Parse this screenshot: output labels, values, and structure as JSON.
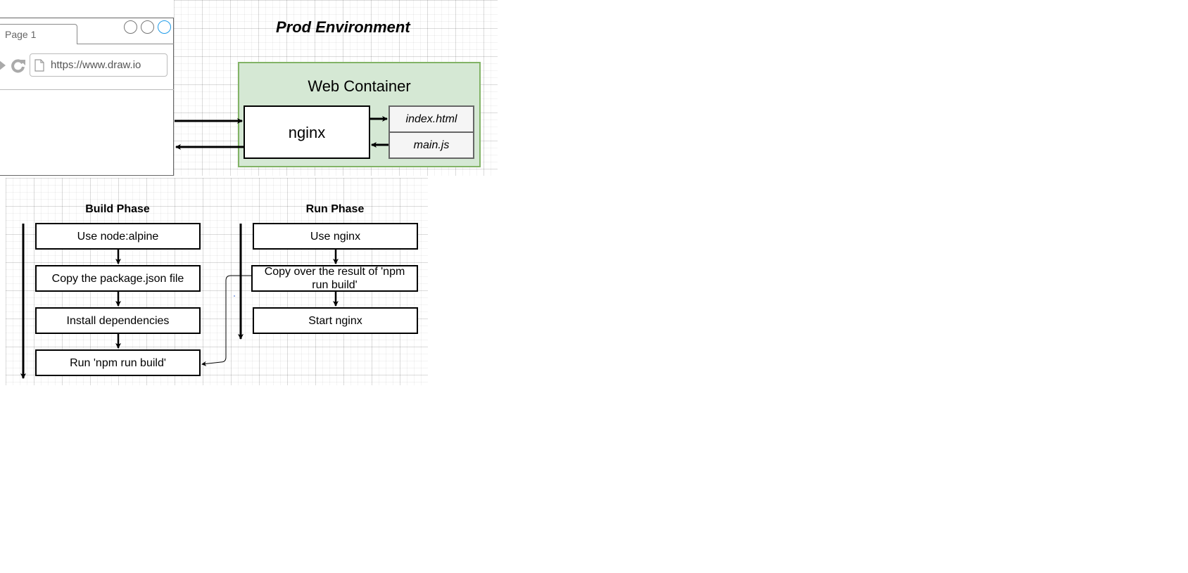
{
  "browser": {
    "tab_label": "Page 1",
    "url": "https://www.draw.io"
  },
  "prod": {
    "title": "Prod Environment",
    "container_title": "Web Container",
    "nginx_label": "nginx",
    "files": [
      "index.html",
      "main.js"
    ]
  },
  "build_phase": {
    "title": "Build Phase",
    "steps": [
      "Use node:alpine",
      "Copy the package.json file",
      "Install dependencies",
      "Run 'npm run build'"
    ]
  },
  "run_phase": {
    "title": "Run Phase",
    "steps": [
      "Use nginx",
      "Copy over the result of 'npm run build'",
      "Start nginx"
    ]
  },
  "colors": {
    "container_fill": "#d5e8d4",
    "container_stroke": "#82b366",
    "window_control_accent": "#1e9be9"
  }
}
